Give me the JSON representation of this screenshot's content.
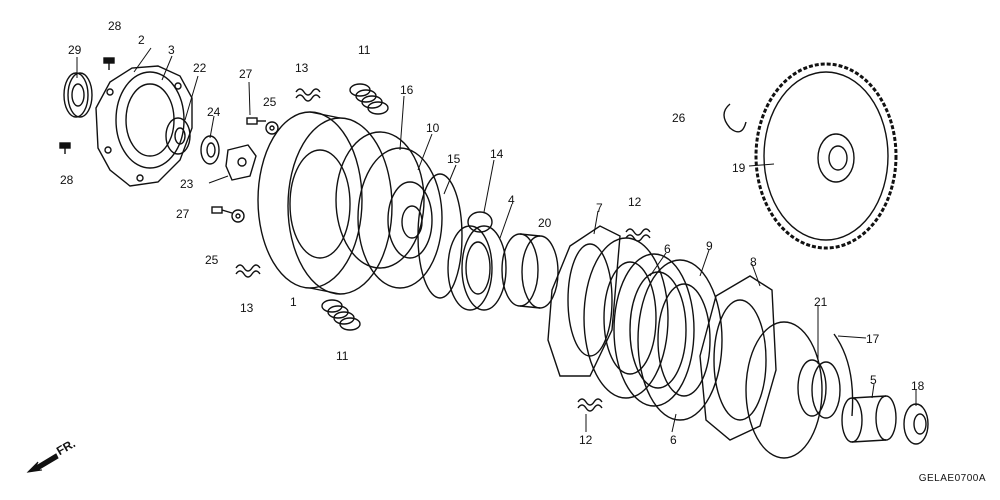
{
  "diagram": {
    "code": "GELAE0700A",
    "front_label": "FR.",
    "callouts": [
      {
        "id": "c-28-top",
        "text": "28"
      },
      {
        "id": "c-2",
        "text": "2"
      },
      {
        "id": "c-29",
        "text": "29"
      },
      {
        "id": "c-3",
        "text": "3"
      },
      {
        "id": "c-22",
        "text": "22"
      },
      {
        "id": "c-27-top",
        "text": "27"
      },
      {
        "id": "c-13-top",
        "text": "13"
      },
      {
        "id": "c-11-top",
        "text": "11"
      },
      {
        "id": "c-25-top",
        "text": "25"
      },
      {
        "id": "c-16",
        "text": "16"
      },
      {
        "id": "c-24",
        "text": "24"
      },
      {
        "id": "c-10",
        "text": "10"
      },
      {
        "id": "c-15",
        "text": "15"
      },
      {
        "id": "c-14",
        "text": "14"
      },
      {
        "id": "c-26",
        "text": "26"
      },
      {
        "id": "c-19",
        "text": "19"
      },
      {
        "id": "c-28-bottom",
        "text": "28"
      },
      {
        "id": "c-23",
        "text": "23"
      },
      {
        "id": "c-27-bottom",
        "text": "27"
      },
      {
        "id": "c-4",
        "text": "4"
      },
      {
        "id": "c-20",
        "text": "20"
      },
      {
        "id": "c-7",
        "text": "7"
      },
      {
        "id": "c-12-top",
        "text": "12"
      },
      {
        "id": "c-6-top",
        "text": "6"
      },
      {
        "id": "c-25-bottom",
        "text": "25"
      },
      {
        "id": "c-9",
        "text": "9"
      },
      {
        "id": "c-8",
        "text": "8"
      },
      {
        "id": "c-13-bottom",
        "text": "13"
      },
      {
        "id": "c-1",
        "text": "1"
      },
      {
        "id": "c-21",
        "text": "21"
      },
      {
        "id": "c-17",
        "text": "17"
      },
      {
        "id": "c-11-bottom",
        "text": "11"
      },
      {
        "id": "c-5",
        "text": "5"
      },
      {
        "id": "c-18",
        "text": "18"
      },
      {
        "id": "c-12-bottom",
        "text": "12"
      },
      {
        "id": "c-6-bottom",
        "text": "6"
      }
    ]
  }
}
